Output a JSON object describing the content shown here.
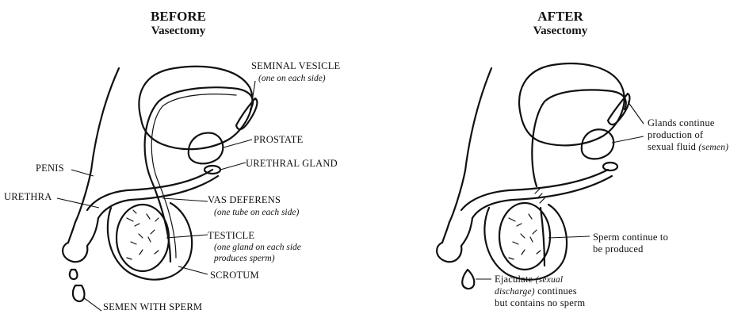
{
  "before": {
    "title": "BEFORE",
    "subtitle": "Vasectomy",
    "labels": {
      "seminal_vesicle": "SEMINAL VESICLE",
      "seminal_vesicle_note": "(one on each side)",
      "prostate": "PROSTATE",
      "urethral_gland": "URETHRAL GLAND",
      "penis": "PENIS",
      "urethra": "URETHRA",
      "vas_deferens": "VAS DEFERENS",
      "vas_deferens_note": "(one tube on each side)",
      "testicle": "TESTICLE",
      "testicle_note_1": "(one gland on each side",
      "testicle_note_2": "produces sperm)",
      "scrotum": "SCROTUM",
      "semen": "SEMEN WITH SPERM"
    }
  },
  "after": {
    "title": "AFTER",
    "subtitle": "Vasectomy",
    "labels": {
      "glands_1": "Glands continue",
      "glands_2": "production of",
      "glands_3_a": "sexual fluid",
      "glands_3_b": "(semen)",
      "sperm_1": "Sperm continue to",
      "sperm_2": "be produced",
      "ejaculate_1_a": "Ejaculate",
      "ejaculate_1_b": "(sexual",
      "ejaculate_2_a": "discharge)",
      "ejaculate_2_b": "continues",
      "ejaculate_3": "but contains no sperm"
    }
  }
}
